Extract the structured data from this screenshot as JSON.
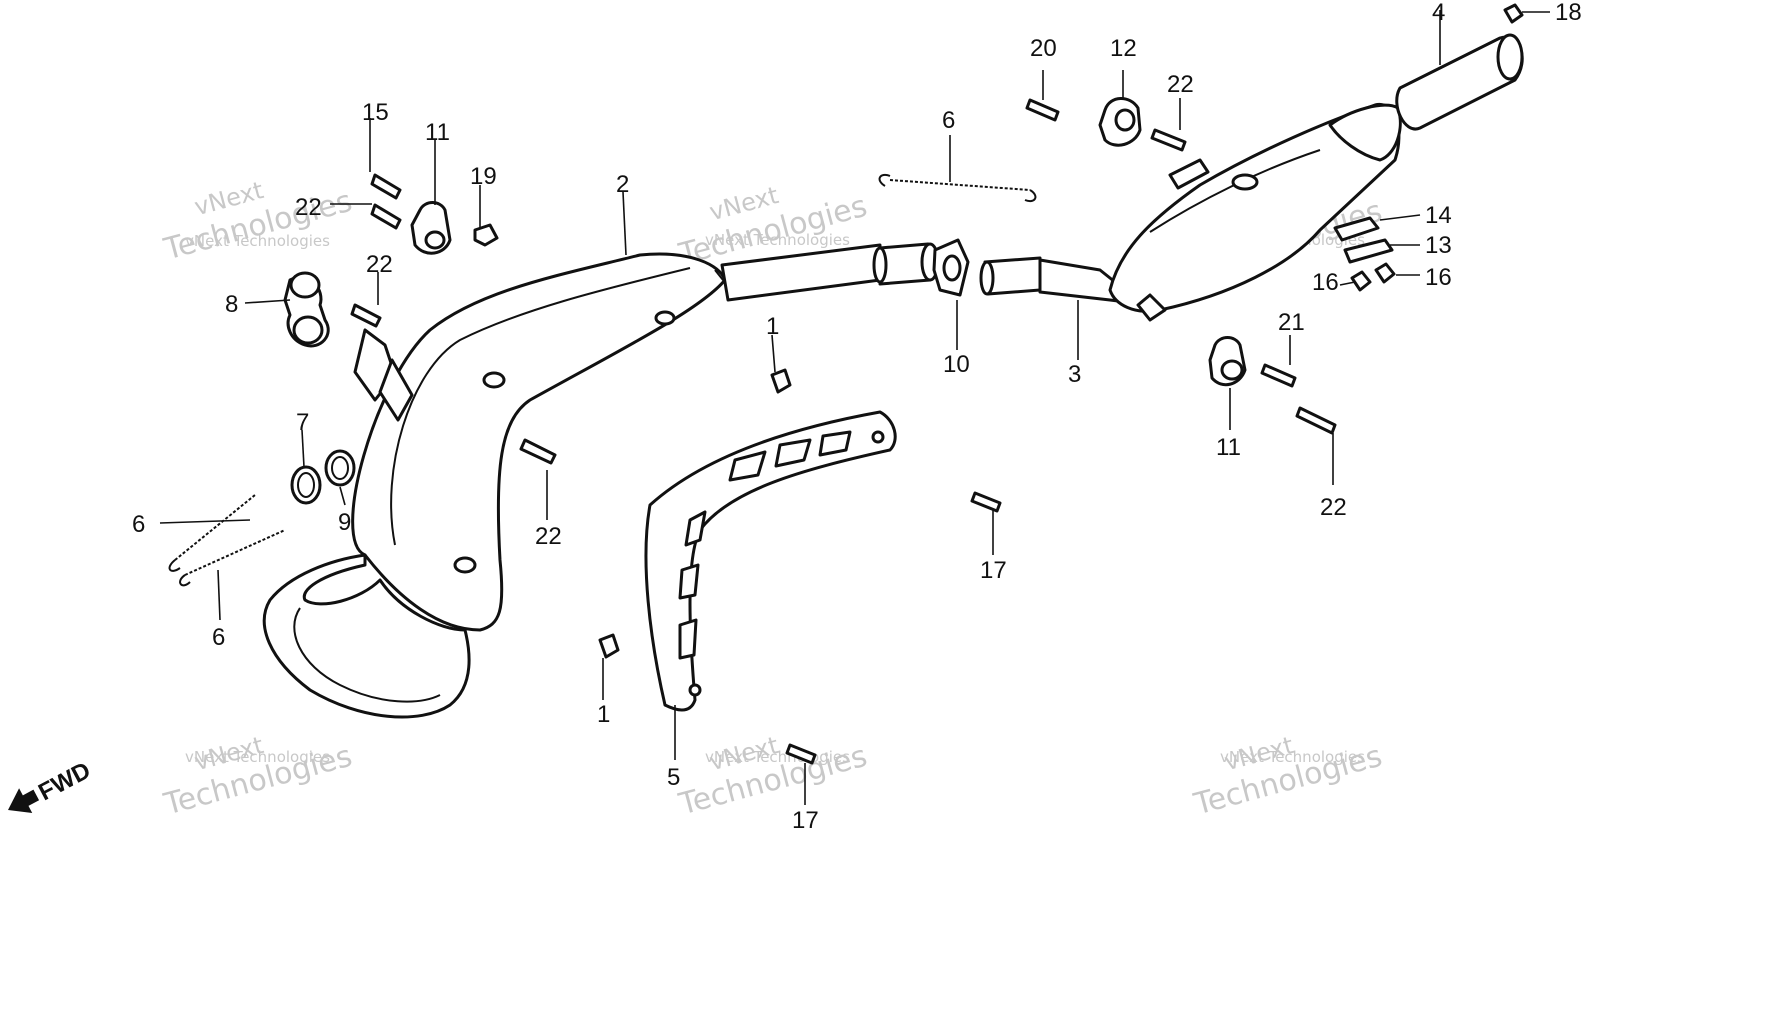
{
  "callouts": {
    "c1a": "1",
    "c1b": "1",
    "c2": "2",
    "c3": "3",
    "c4": "4",
    "c5": "5",
    "c6a": "6",
    "c6b": "6",
    "c6c": "6",
    "c7": "7",
    "c8": "8",
    "c9": "9",
    "c10": "10",
    "c11a": "11",
    "c11b": "11",
    "c12": "12",
    "c13": "13",
    "c14": "14",
    "c15": "15",
    "c16a": "16",
    "c16b": "16",
    "c17a": "17",
    "c17b": "17",
    "c18": "18",
    "c19": "19",
    "c20": "20",
    "c21": "21",
    "c22a": "22",
    "c22b": "22",
    "c22c": "22",
    "c22d": "22",
    "c22e": "22"
  },
  "direction_label": "FWD",
  "watermark": {
    "line1": "vNext",
    "line2": "Technologies",
    "small": "vNext Technologies"
  },
  "colors": {
    "ink": "#111111",
    "watermark": "#c8c8c8",
    "background": "#ffffff"
  }
}
